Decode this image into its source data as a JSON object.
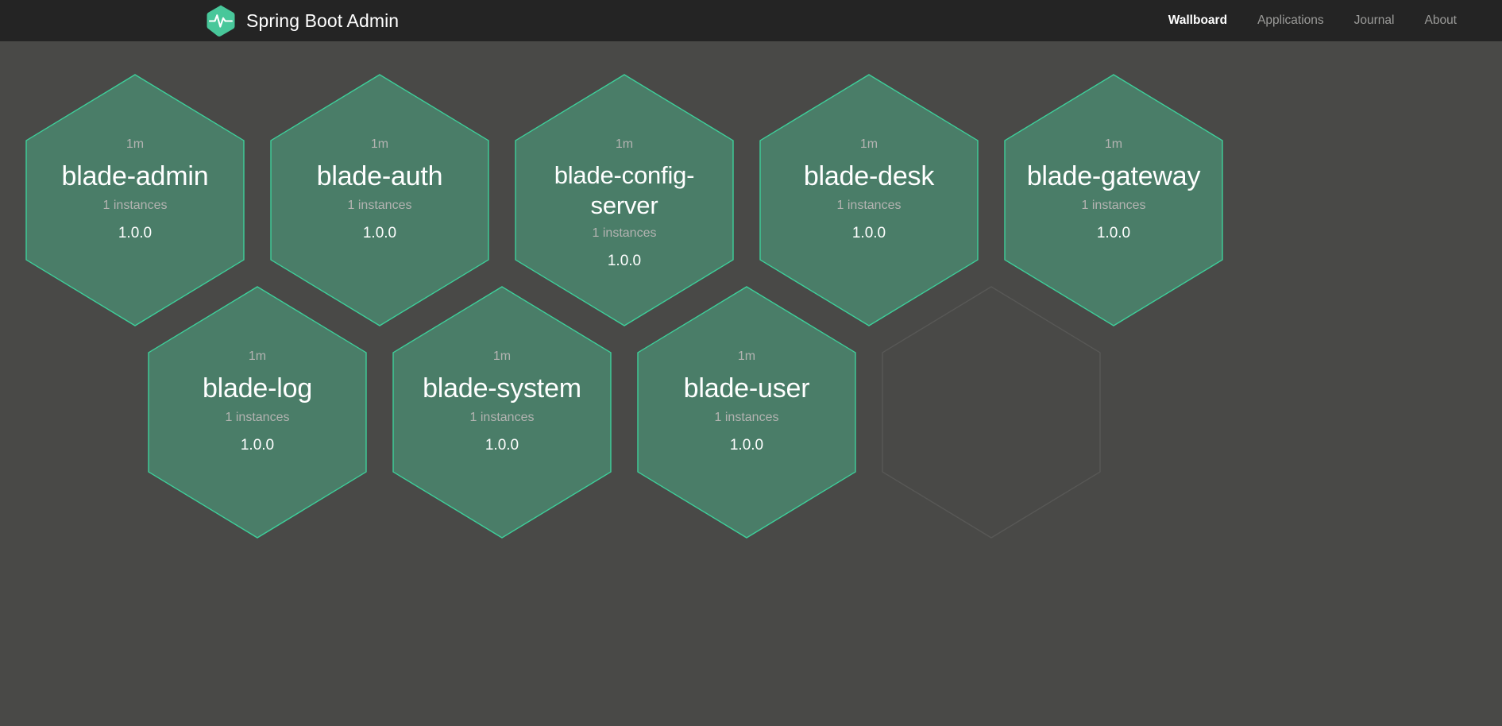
{
  "colors": {
    "navbar_bg": "#242424",
    "page_bg": "#494947",
    "hex_fill": "#4a7d68",
    "hex_border": "#3ecf9a",
    "empty_hex_border": "#585856",
    "brand_green": "#48c79a",
    "text_primary": "#ffffff",
    "text_muted": "#b3b3b1",
    "nav_inactive": "#9b9b99"
  },
  "navbar": {
    "brand_title": "Spring Boot Admin",
    "brand_logo_icon": "heartbeat-hexagon-icon",
    "links": [
      {
        "label": "Wallboard",
        "active": true
      },
      {
        "label": "Applications",
        "active": false
      },
      {
        "label": "Journal",
        "active": false
      },
      {
        "label": "About",
        "active": false
      }
    ]
  },
  "wallboard": {
    "applications": [
      {
        "name": "blade-admin",
        "uptime": "1m",
        "instances": "1 instances",
        "version": "1.0.0",
        "status": "up",
        "row": 0,
        "col": 0
      },
      {
        "name": "blade-auth",
        "uptime": "1m",
        "instances": "1 instances",
        "version": "1.0.0",
        "status": "up",
        "row": 0,
        "col": 1
      },
      {
        "name": "blade-config-server",
        "uptime": "1m",
        "instances": "1 instances",
        "version": "1.0.0",
        "status": "up",
        "row": 0,
        "col": 2
      },
      {
        "name": "blade-desk",
        "uptime": "1m",
        "instances": "1 instances",
        "version": "1.0.0",
        "status": "up",
        "row": 0,
        "col": 3
      },
      {
        "name": "blade-gateway",
        "uptime": "1m",
        "instances": "1 instances",
        "version": "1.0.0",
        "status": "up",
        "row": 0,
        "col": 4
      },
      {
        "name": "blade-log",
        "uptime": "1m",
        "instances": "1 instances",
        "version": "1.0.0",
        "status": "up",
        "row": 1,
        "col": 0
      },
      {
        "name": "blade-system",
        "uptime": "1m",
        "instances": "1 instances",
        "version": "1.0.0",
        "status": "up",
        "row": 1,
        "col": 1
      },
      {
        "name": "blade-user",
        "uptime": "1m",
        "instances": "1 instances",
        "version": "1.0.0",
        "status": "up",
        "row": 1,
        "col": 2
      }
    ],
    "empty_slots": 1
  }
}
